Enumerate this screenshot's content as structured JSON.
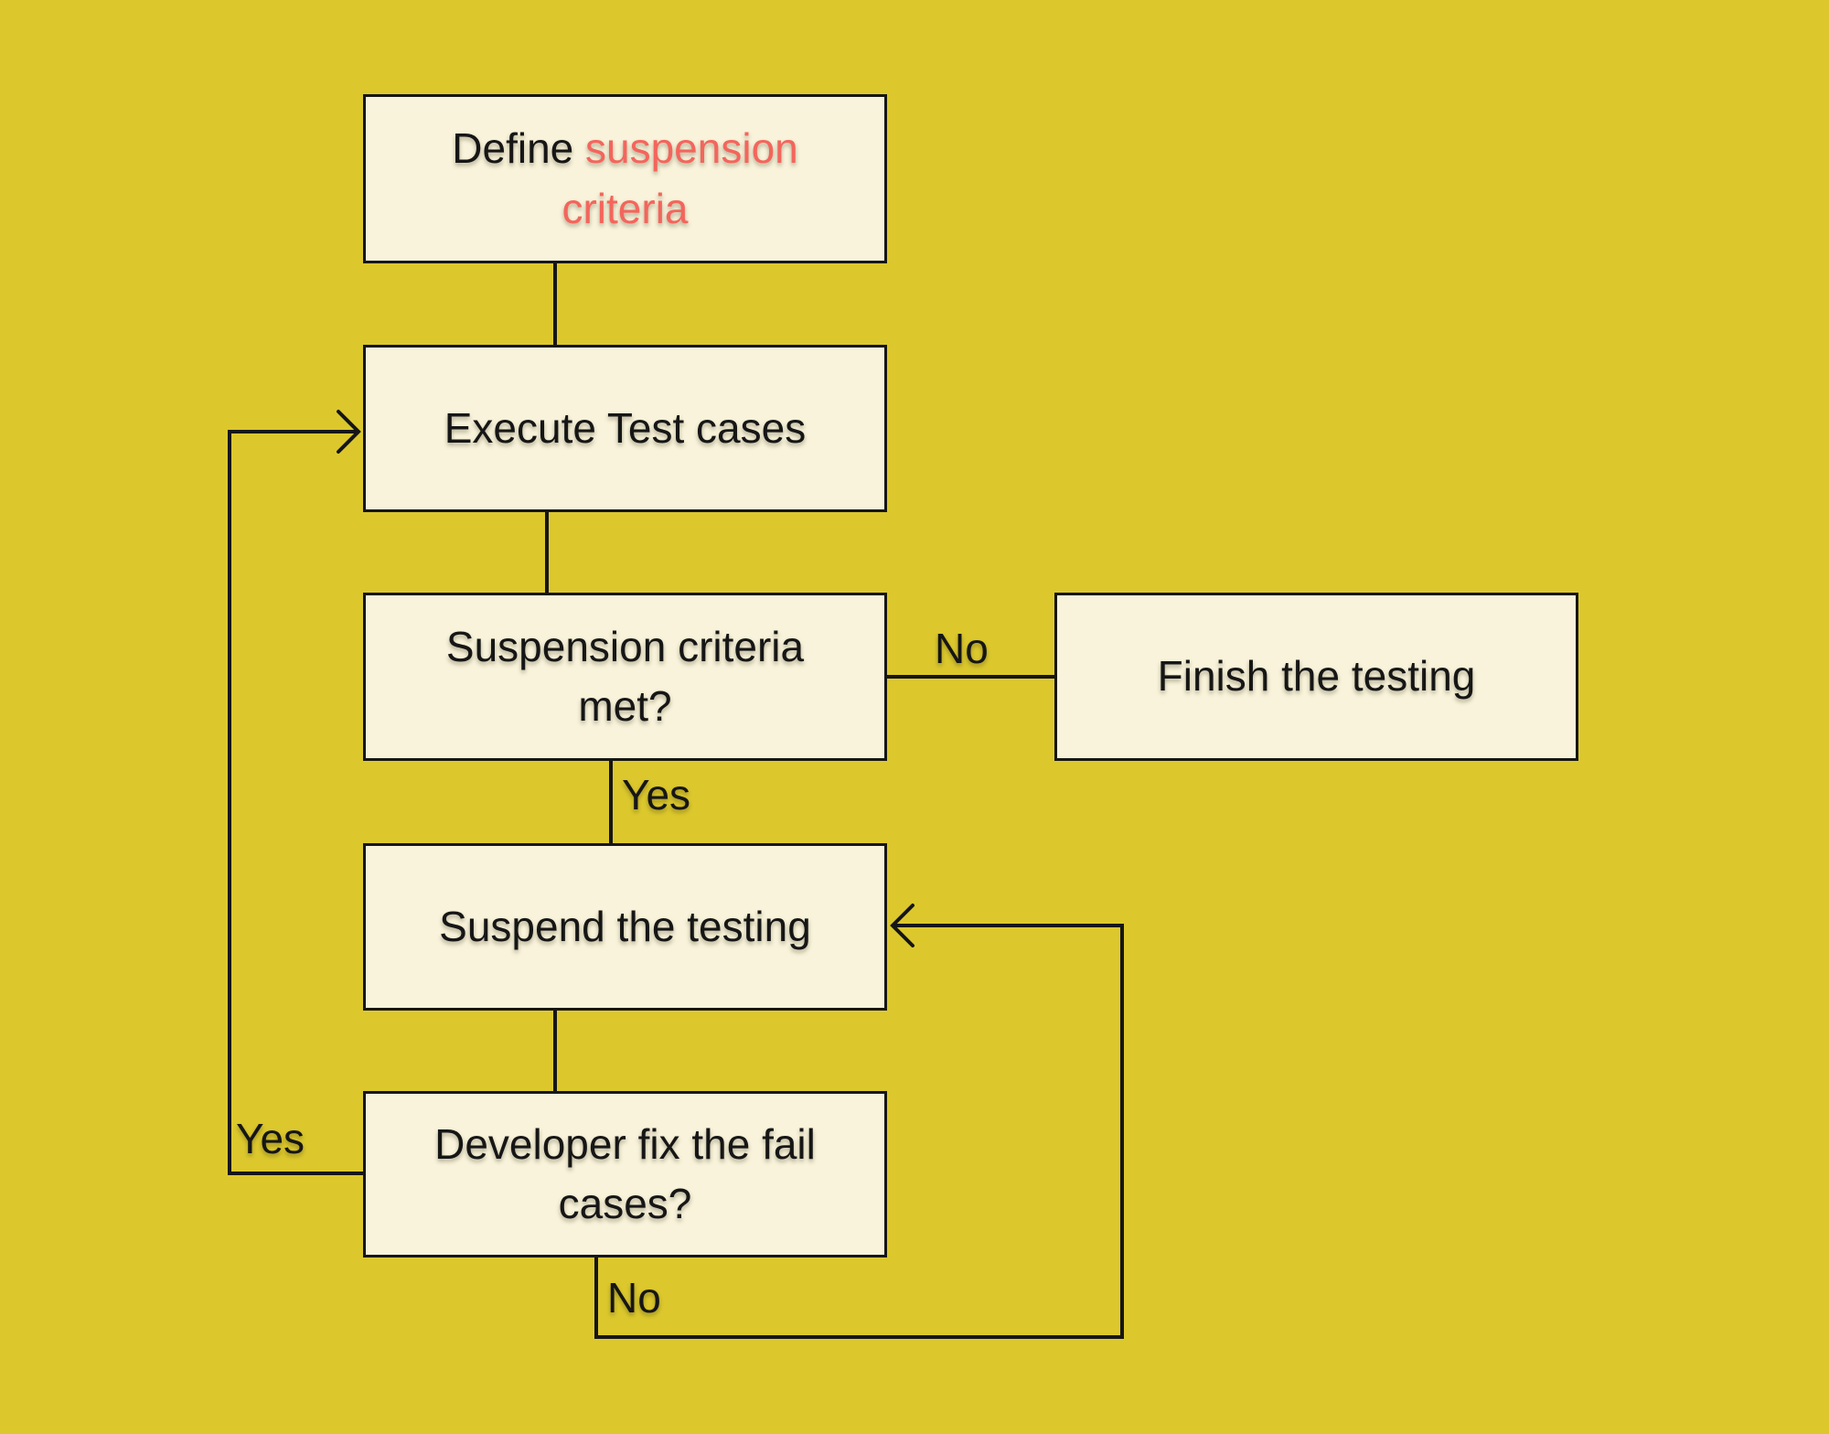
{
  "flowchart": {
    "nodes": {
      "define": {
        "prefix": "Define ",
        "highlight": "suspension criteria"
      },
      "execute": {
        "label": "Execute Test cases"
      },
      "criteria_met": {
        "label": "Suspension criteria met?"
      },
      "finish": {
        "label": "Finish the testing"
      },
      "suspend": {
        "label": "Suspend the testing"
      },
      "developer_fix": {
        "label": "Developer fix the fail cases?"
      }
    },
    "edges": {
      "criteria_no": "No",
      "criteria_yes": "Yes",
      "developer_yes": "Yes",
      "developer_no": "No"
    },
    "colors": {
      "background": "#dcc82d",
      "node_fill": "#f8f3da",
      "stroke": "#161616",
      "accent": "#f4655c"
    }
  }
}
